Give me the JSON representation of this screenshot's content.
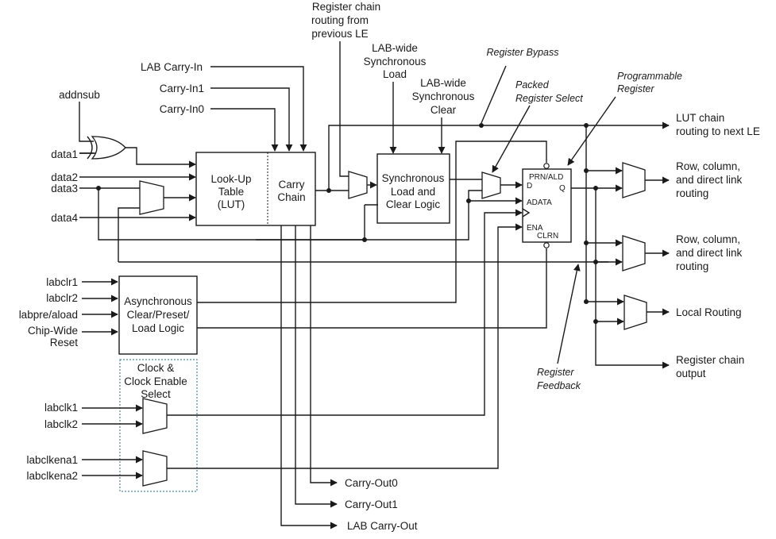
{
  "inputs": {
    "addnsub": "addnsub",
    "data1": "data1",
    "data2": "data2",
    "data3": "data3",
    "data4": "data4",
    "lab_carry_in": "LAB Carry-In",
    "carry_in1": "Carry-In1",
    "carry_in0": "Carry-In0",
    "labclr1": "labclr1",
    "labclr2": "labclr2",
    "labpre_aload": "labpre/aload",
    "chip_wide_reset": [
      "Chip-Wide",
      "Reset"
    ],
    "labclk1": "labclk1",
    "labclk2": "labclk2",
    "labclkena1": "labclkena1",
    "labclkena2": "labclkena2"
  },
  "blocks": {
    "lut": [
      "Look-Up",
      "Table",
      "(LUT)"
    ],
    "carry_chain": [
      "Carry",
      "Chain"
    ],
    "sync_logic": [
      "Synchronous",
      "Load and",
      "Clear Logic"
    ],
    "async_logic": [
      "Asynchronous",
      "Clear/Preset/",
      "Load Logic"
    ],
    "clock_select": [
      "Clock &",
      "Clock Enable",
      "Select"
    ]
  },
  "register_ports": {
    "prn_ald": "PRN/ALD",
    "d": "D",
    "q": "Q",
    "adata": "ADATA",
    "ena": "ENA",
    "clrn": "CLRN"
  },
  "top_labels": {
    "register_chain_routing": [
      "Register chain",
      "routing from",
      "previous LE"
    ],
    "lab_wide_sync_load": [
      "LAB-wide",
      "Synchronous",
      "Load"
    ],
    "lab_wide_sync_clear": [
      "LAB-wide",
      "Synchronous",
      "Clear"
    ]
  },
  "annotations": {
    "register_bypass": "Register Bypass",
    "packed_register_select": [
      "Packed",
      "Register Select"
    ],
    "programmable_register": [
      "Programmable",
      "Register"
    ],
    "register_feedback": [
      "Register",
      "Feedback"
    ]
  },
  "outputs": {
    "lut_chain": [
      "LUT chain",
      "routing to next LE"
    ],
    "row_col_1": [
      "Row, column,",
      "and direct link",
      "routing"
    ],
    "row_col_2": [
      "Row, column,",
      "and direct link",
      "routing"
    ],
    "local_routing": "Local Routing",
    "register_chain_output": [
      "Register chain",
      "output"
    ],
    "carry_out0": "Carry-Out0",
    "carry_out1": "Carry-Out1",
    "lab_carry_out": "LAB Carry-Out"
  }
}
